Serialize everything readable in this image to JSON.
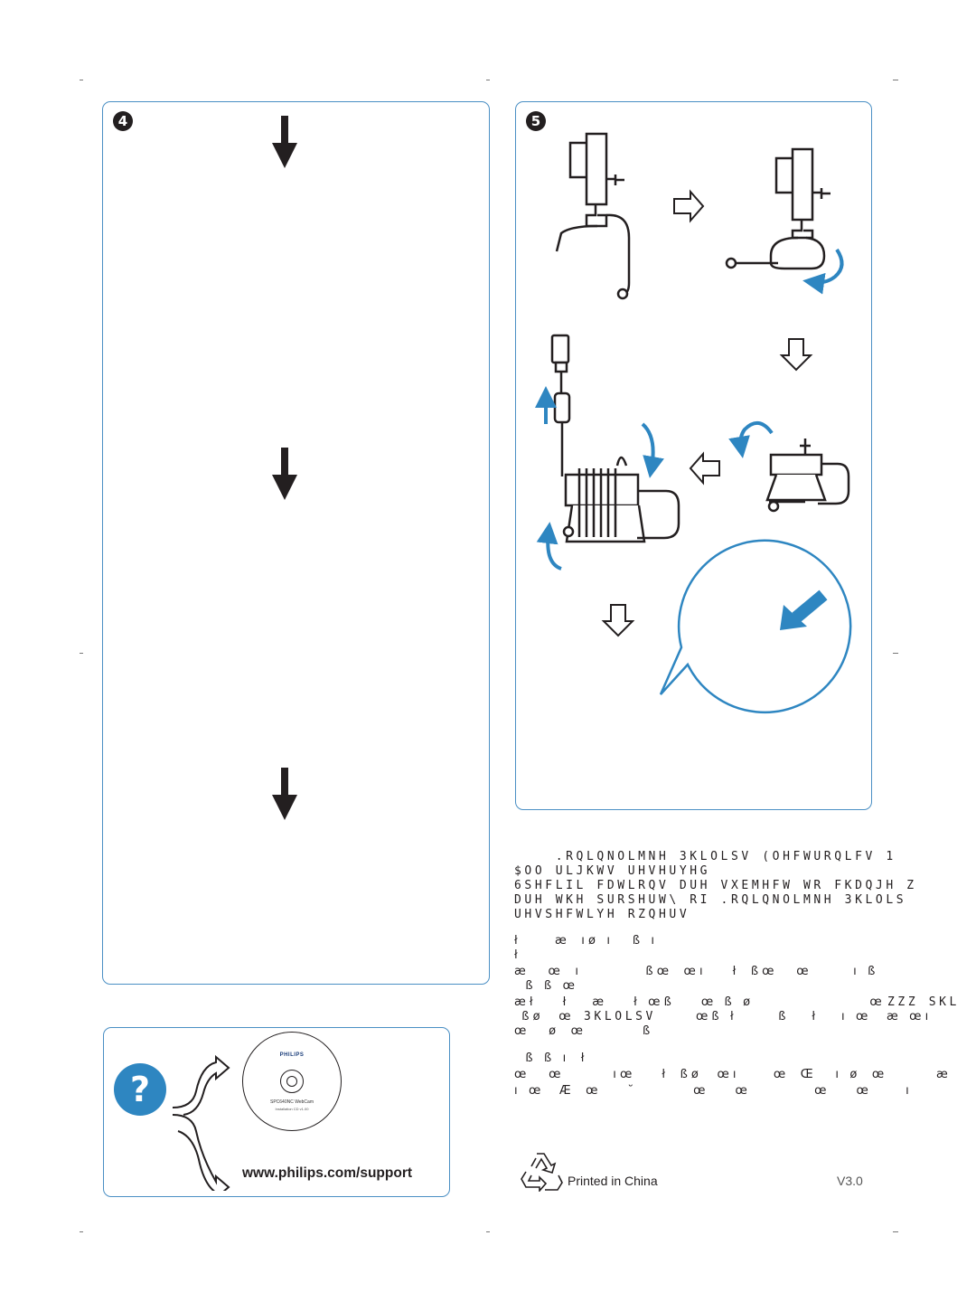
{
  "step4": {
    "number": "4"
  },
  "step5": {
    "number": "5"
  },
  "support": {
    "help_symbol": "?",
    "url": "www.philips.com/support",
    "cd": {
      "brand": "PHILIPS",
      "product": "SPC640NC WebCam",
      "subtitle": "Installation CD v1.00"
    }
  },
  "legal": {
    "lines": [
      "    .RQLQNOLMNH 3KLOLSV (OHFWURQLFV 1",
      "$OO ULJKWV UHVHUYHG",
      "6SHFLIL FDWLRQV DUH VXEMHFW WR FKDQJH Z",
      "DUH WKH SURSHUW\\ RI .RQLQNOLMNH 3KLOLS",
      "UHVSHFWLYH RZQHUV"
    ],
    "garbled_block_a": [
      "ł          æ    ı ø   ı      ß   ı",
      "ł",
      "æ      œ    ı                  ß œ    œ ı        ł    ß œ      œ            ı   ß",
      "   ß   ß   œ",
      "æ ł        ł       æ        ł   œ ß        œ   ß   ø                                œ",
      "  ß ø     œ",
      "œ      ø    œ                ß"
    ],
    "url_tail": "ZZZ SKL",
    "philips_word": "3KLOLSV",
    "line_b2_tail": "œ ß   ł            ß       ł       ı   œ     æ   œ ı",
    "garbled_block_b": [
      "   ß   ß   ı    ł",
      "œ      œ              ı œ        ł    ß ø     œ ı          œ    Œ      ı   ø    œ              æ",
      "ı   œ     Æ    œ        ˘                œ        œ                  œ        œ          ı"
    ]
  },
  "footer": {
    "printed": "Printed in China",
    "version": "V3.0"
  },
  "colors": {
    "accent_blue": "#2e86c1",
    "panel_border": "#4a8fc4",
    "ink": "#231f20"
  }
}
